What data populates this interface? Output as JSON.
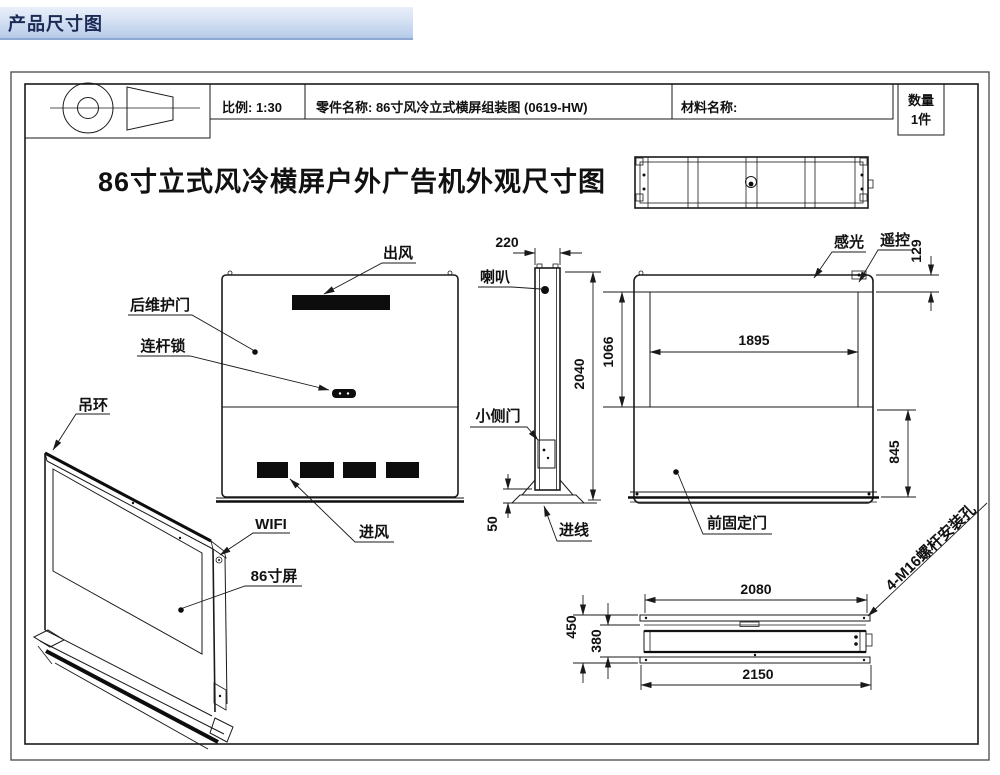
{
  "banner": {
    "title": "产品尺寸图"
  },
  "title_block": {
    "scale_label": "比例: 1:30",
    "part_name": "零件名称: 86寸风冷立式横屏组装图 (0619-HW)",
    "material_name": "材料名称:",
    "quantity_label": "数量",
    "quantity_value": "1件"
  },
  "drawing": {
    "title": "86寸立式风冷横屏户外广告机外观尺寸图"
  },
  "labels": {
    "air_outlet": "出风",
    "rear_maintenance_door": "后维护门",
    "rod_lock": "连杆锁",
    "lifting_ring": "吊环",
    "wifi": "WIFI",
    "screen_86": "86寸屏",
    "air_inlet": "进风",
    "speaker": "喇叭",
    "small_side_door": "小侧门",
    "wire_inlet": "进线",
    "light_sensor": "感光",
    "remote_control": "遥控",
    "front_fixed_door": "前固定门",
    "mounting_holes": "4-M16螺杆安装孔"
  },
  "dimensions": {
    "side_depth": "220",
    "total_height": "2040",
    "screen_height": "1066",
    "base_height": "50",
    "top_offset": "129",
    "screen_width": "1895",
    "lower_height": "845",
    "base_inner_width": "2080",
    "base_outer_width": "2150",
    "base_total_height": "450",
    "base_body_height": "380"
  },
  "colors": {
    "banner_top": "#eaf0fa",
    "banner_bottom": "#b4c8e8",
    "banner_border": "#8ea9d2",
    "banner_text": "#1b2a55",
    "line": "#1a1a1a"
  }
}
